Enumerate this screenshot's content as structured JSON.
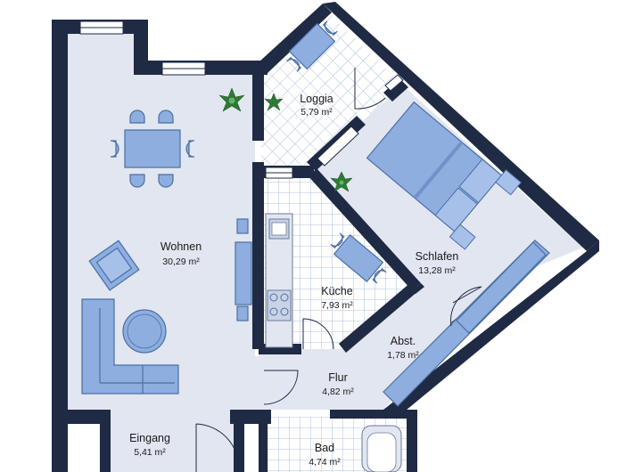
{
  "floor_plan": {
    "colors": {
      "wall": "#1f2a44",
      "floor": "#e2e6f0",
      "tile_floor": "#ffffff",
      "tile_grid": "#9ab0d0",
      "furniture": "#8eaee0",
      "furniture_stroke": "#4a6fa5",
      "plant": "#2d7a35"
    },
    "rooms": [
      {
        "name": "Wohnen",
        "area": "30,29 m²"
      },
      {
        "name": "Loggia",
        "area": "5,79 m²"
      },
      {
        "name": "Schlafen",
        "area": "13,28 m²"
      },
      {
        "name": "Küche",
        "area": "7,93 m²"
      },
      {
        "name": "Abst.",
        "area": "1,78 m²"
      },
      {
        "name": "Flur",
        "area": "4,82 m²"
      },
      {
        "name": "Eingang",
        "area": "5,41 m²"
      },
      {
        "name": "Bad",
        "area": "4,74 m²"
      }
    ]
  }
}
